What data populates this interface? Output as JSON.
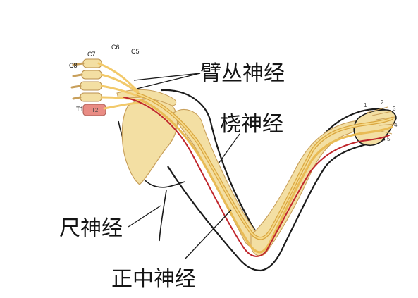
{
  "labels": {
    "brachial_plexus": "臂丛神经",
    "radial_nerve": "桡神经",
    "ulnar_nerve": "尺神经",
    "median_nerve": "正中神经"
  },
  "spine_labels": {
    "c5": "C5",
    "c6": "C6",
    "c7": "C7",
    "c8": "C8",
    "t1": "T1",
    "t2": "T2"
  },
  "finger_numbers": {
    "f1": "1",
    "f2": "2",
    "f3": "3",
    "f4": "4",
    "f5": "5"
  },
  "colors": {
    "nerve": "#f2c96a",
    "nerve_dark": "#d9a640",
    "bone": "#f3dfa3",
    "artery": "#c0262c",
    "vertebra_pink": "#e98c84",
    "outline": "#1b1b1b"
  }
}
